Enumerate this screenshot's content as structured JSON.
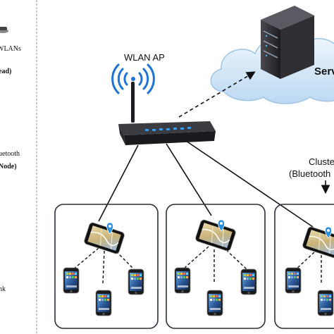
{
  "legend": {
    "wlans_fragment": "WLANs",
    "head_fragment": "ead)",
    "bluetooth_fragment": "uetooth",
    "node_fragment": "Node)",
    "link_fragment": "nk"
  },
  "labels": {
    "wlan_ap": "WLAN AP",
    "server": "Serv",
    "cluster_line1": "Cluste",
    "cluster_line2": "(Bluetooth"
  },
  "colors": {
    "cloud": "#d6e9f8",
    "cloud_stroke": "#9fc3e3",
    "server_body": "#2b2b2e",
    "router_body": "#202226",
    "router_leds": "#3aa0ff",
    "wifi_waves": "#1e73d6",
    "cluster_border": "#2a2f3a",
    "pin": "#2b8fe0"
  },
  "icons": [
    "router-icon",
    "wifi-signal-icon",
    "server-icon",
    "cloud-icon",
    "smartphone-icon",
    "location-pin-icon",
    "map-phone-icon"
  ]
}
